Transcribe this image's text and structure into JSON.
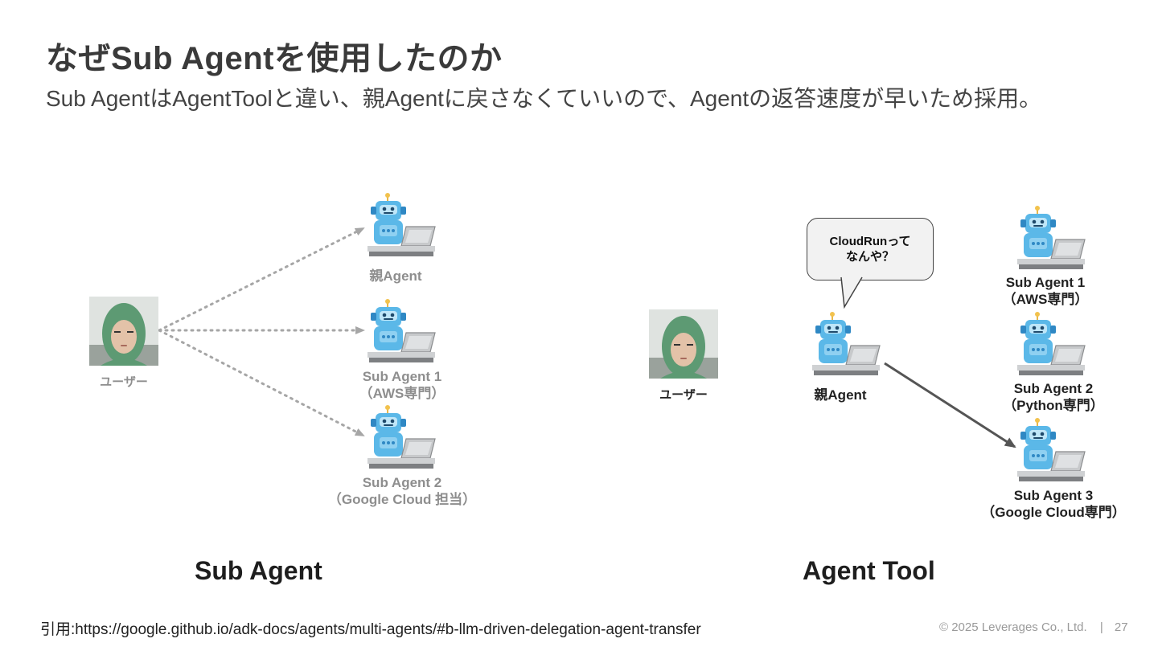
{
  "slide": {
    "title": "なぜSub Agentを使用したのか",
    "subtitle": "Sub AgentはAgentToolと違い、親Agentに戻さなくていいので、Agentの返答速度が早いため採用。"
  },
  "left_diagram": {
    "section_label": "Sub Agent",
    "user_label": "ユーザー",
    "parent_label": "親Agent",
    "sub1": {
      "line1": "Sub Agent 1",
      "line2": "（AWS専門）"
    },
    "sub2": {
      "line1": "Sub Agent 2",
      "line2": "（Google Cloud 担当）"
    }
  },
  "right_diagram": {
    "section_label": "Agent Tool",
    "user_label": "ユーザー",
    "bubble": {
      "line1": "CloudRunって",
      "line2": "なんや？"
    },
    "parent_label": "親Agent",
    "sub1": {
      "line1": "Sub Agent 1",
      "line2": "（AWS専門）"
    },
    "sub2": {
      "line1": "Sub Agent 2",
      "line2": "（Python専門）"
    },
    "sub3": {
      "line1": "Sub Agent 3",
      "line2": "（Google Cloud専門）"
    }
  },
  "footer": {
    "citation": "引用:https://google.github.io/adk-docs/agents/multi-agents/#b-llm-driven-delegation-agent-transfer",
    "copyright": "© 2025 Leverages Co., Ltd.",
    "separator": "|",
    "page_number": "27"
  },
  "colors": {
    "robot_blue": "#5bb8e8",
    "robot_dark": "#2f88c4",
    "gray_label": "#8e8e8e",
    "arrow_gray": "#a6a6a6",
    "arrow_dark": "#555555",
    "hood_green": "#5d9a73"
  },
  "icons": [
    "robot-laptop-icon",
    "person-photo-icon",
    "speech-bubble-icon",
    "arrow-icon"
  ]
}
